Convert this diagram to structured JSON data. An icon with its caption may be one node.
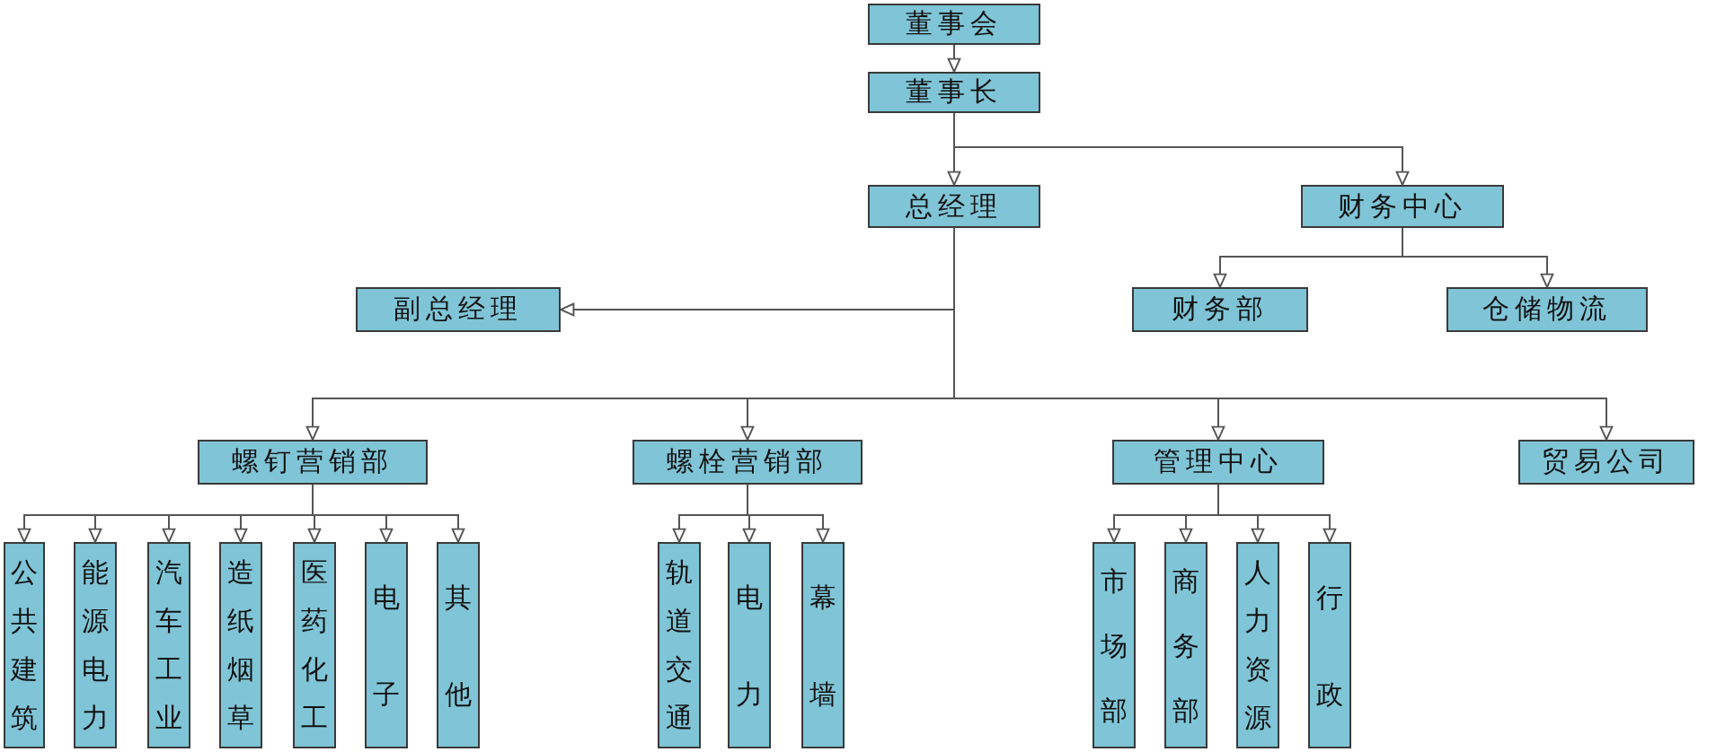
{
  "diagram": {
    "nodes": [
      {
        "text": [
          "董事会"
        ]
      },
      {
        "text": [
          "董事长"
        ]
      },
      {
        "text": [
          "总经理"
        ]
      },
      {
        "text": [
          "财务中心"
        ]
      },
      {
        "text": [
          "副总经理"
        ]
      },
      {
        "text": [
          "财务部"
        ]
      },
      {
        "text": [
          "仓储物流"
        ]
      },
      {
        "text": [
          "螺钉营销部"
        ]
      },
      {
        "text": [
          "螺栓营销部"
        ]
      },
      {
        "text": [
          "管理中心"
        ]
      },
      {
        "text": [
          "贸易公司"
        ]
      },
      {
        "text": [
          "公共建筑"
        ]
      },
      {
        "text": [
          "能源电力"
        ]
      },
      {
        "text": [
          "汽车工业"
        ]
      },
      {
        "text": [
          "造纸烟草"
        ]
      },
      {
        "text": [
          "医药化工"
        ]
      },
      {
        "text": [
          "电子"
        ]
      },
      {
        "text": [
          "其他"
        ]
      },
      {
        "text": [
          "轨道交通"
        ]
      },
      {
        "text": [
          "电力"
        ]
      },
      {
        "text": [
          "幕墙"
        ]
      },
      {
        "text": [
          "市场部"
        ]
      },
      {
        "text": [
          "商务部"
        ]
      },
      {
        "text": [
          "人力资源"
        ]
      },
      {
        "text": [
          "行政"
        ]
      }
    ],
    "edges": [
      {
        "from": 0,
        "to": 1,
        "arrow": "to"
      },
      {
        "from": 1,
        "to": 2,
        "arrow": "to"
      },
      {
        "from": 1,
        "to": 3,
        "arrow": "to"
      },
      {
        "from": 3,
        "to": 5,
        "arrow": "to"
      },
      {
        "from": 3,
        "to": 6,
        "arrow": "to"
      },
      {
        "from": 2,
        "to": 4,
        "arrow": "to"
      },
      {
        "from": 2,
        "to": 7,
        "arrow": "to"
      },
      {
        "from": 2,
        "to": 8,
        "arrow": "to"
      },
      {
        "from": 2,
        "to": 9,
        "arrow": "to"
      },
      {
        "from": 2,
        "to": 10,
        "arrow": "to"
      },
      {
        "from": 7,
        "to": 11,
        "arrow": "to"
      },
      {
        "from": 7,
        "to": 12,
        "arrow": "to"
      },
      {
        "from": 7,
        "to": 13,
        "arrow": "to"
      },
      {
        "from": 7,
        "to": 14,
        "arrow": "to"
      },
      {
        "from": 7,
        "to": 15,
        "arrow": "to"
      },
      {
        "from": 7,
        "to": 16,
        "arrow": "to"
      },
      {
        "from": 7,
        "to": 17,
        "arrow": "to"
      },
      {
        "from": 8,
        "to": 18,
        "arrow": "to"
      },
      {
        "from": 8,
        "to": 19,
        "arrow": "to"
      },
      {
        "from": 8,
        "to": 20,
        "arrow": "to"
      },
      {
        "from": 9,
        "to": 21,
        "arrow": "to"
      },
      {
        "from": 9,
        "to": 22,
        "arrow": "to"
      },
      {
        "from": 9,
        "to": 23,
        "arrow": "to"
      },
      {
        "from": 9,
        "to": 24,
        "arrow": "to"
      }
    ]
  }
}
